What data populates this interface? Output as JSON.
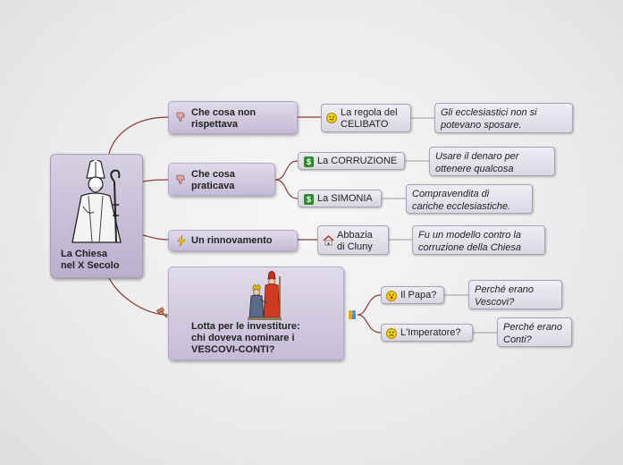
{
  "root": {
    "label_line1": "La Chiesa",
    "label_line2": "nel X Secolo",
    "icon": "bishop-figure"
  },
  "branches": [
    {
      "line1": "Che cosa non",
      "line2": "rispettava",
      "icon": "thumbs-down-icon"
    },
    {
      "line1": "Che cosa",
      "line2": "praticava",
      "icon": "thumbs-down-icon"
    },
    {
      "line1": "Un rinnovamento",
      "icon": "lightning-icon"
    },
    {
      "line1": "Lotta per le investiture:",
      "line2": "chi doveva nominare i",
      "line3": "VESCOVI-CONTI?",
      "icon": "hammer-icon",
      "image": "king-and-pope-figure",
      "side_icon": "people-icon"
    }
  ],
  "topics": {
    "celibato": {
      "line1": "La regola del",
      "line2": "CELIBATO",
      "icon": "smiley-icon"
    },
    "corruzione": {
      "line1": "La CORRUZIONE",
      "icon": "money-icon"
    },
    "simonia": {
      "line1": "La SIMONIA",
      "icon": "money-icon"
    },
    "cluny": {
      "line1": "Abbazia",
      "line2": "di Cluny",
      "icon": "house-icon"
    },
    "papa": {
      "line1": "Il Papa?",
      "icon": "surprised-face-icon"
    },
    "imperatore": {
      "line1": "L'Imperatore?",
      "icon": "sad-face-icon"
    }
  },
  "notes": {
    "celibato": {
      "line1": "Gli ecclesiastici non si",
      "line2": "potevano sposare."
    },
    "corruzione": {
      "line1": "Usare il denaro per",
      "line2": "ottenere qualcosa"
    },
    "simonia": {
      "line1": "Compravendita di",
      "line2": "cariche ecclesiastiche."
    },
    "cluny": {
      "line1": "Fu un modello contro la",
      "line2": "corruzione della Chiesa"
    },
    "papa": {
      "line1": "Perché erano",
      "line2": "Vescovi?"
    },
    "imperatore": {
      "line1": "Perché erano",
      "line2": "Conti?"
    }
  },
  "colors": {
    "connector": "#8a3a3a",
    "note_connector": "#888888",
    "branch_bg": "#cdc6dc"
  }
}
